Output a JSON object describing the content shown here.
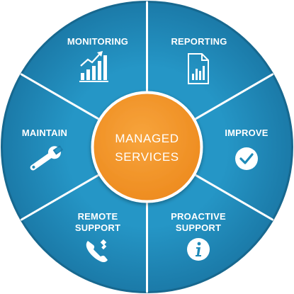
{
  "diagram": {
    "center": {
      "lines": [
        "MANAGED",
        "SERVICES"
      ],
      "color": "#f2962b"
    },
    "ring_color": "#1e8ab8",
    "ring_edge_color": "#1a6f98",
    "divider_color": "#ffffff",
    "segments": [
      {
        "id": "monitoring",
        "lines": [
          "MONITORING"
        ],
        "icon": "bar-chart-growth-icon"
      },
      {
        "id": "reporting",
        "lines": [
          "REPORTING"
        ],
        "icon": "report-document-icon"
      },
      {
        "id": "improve",
        "lines": [
          "IMPROVE"
        ],
        "icon": "check-circle-icon"
      },
      {
        "id": "proactive-support",
        "lines": [
          "PROACTIVE",
          "SUPPORT"
        ],
        "icon": "info-circle-icon"
      },
      {
        "id": "remote-support",
        "lines": [
          "REMOTE",
          "SUPPORT"
        ],
        "icon": "phone-tools-icon"
      },
      {
        "id": "maintain",
        "lines": [
          "MAINTAIN"
        ],
        "icon": "wrench-icon"
      }
    ]
  }
}
